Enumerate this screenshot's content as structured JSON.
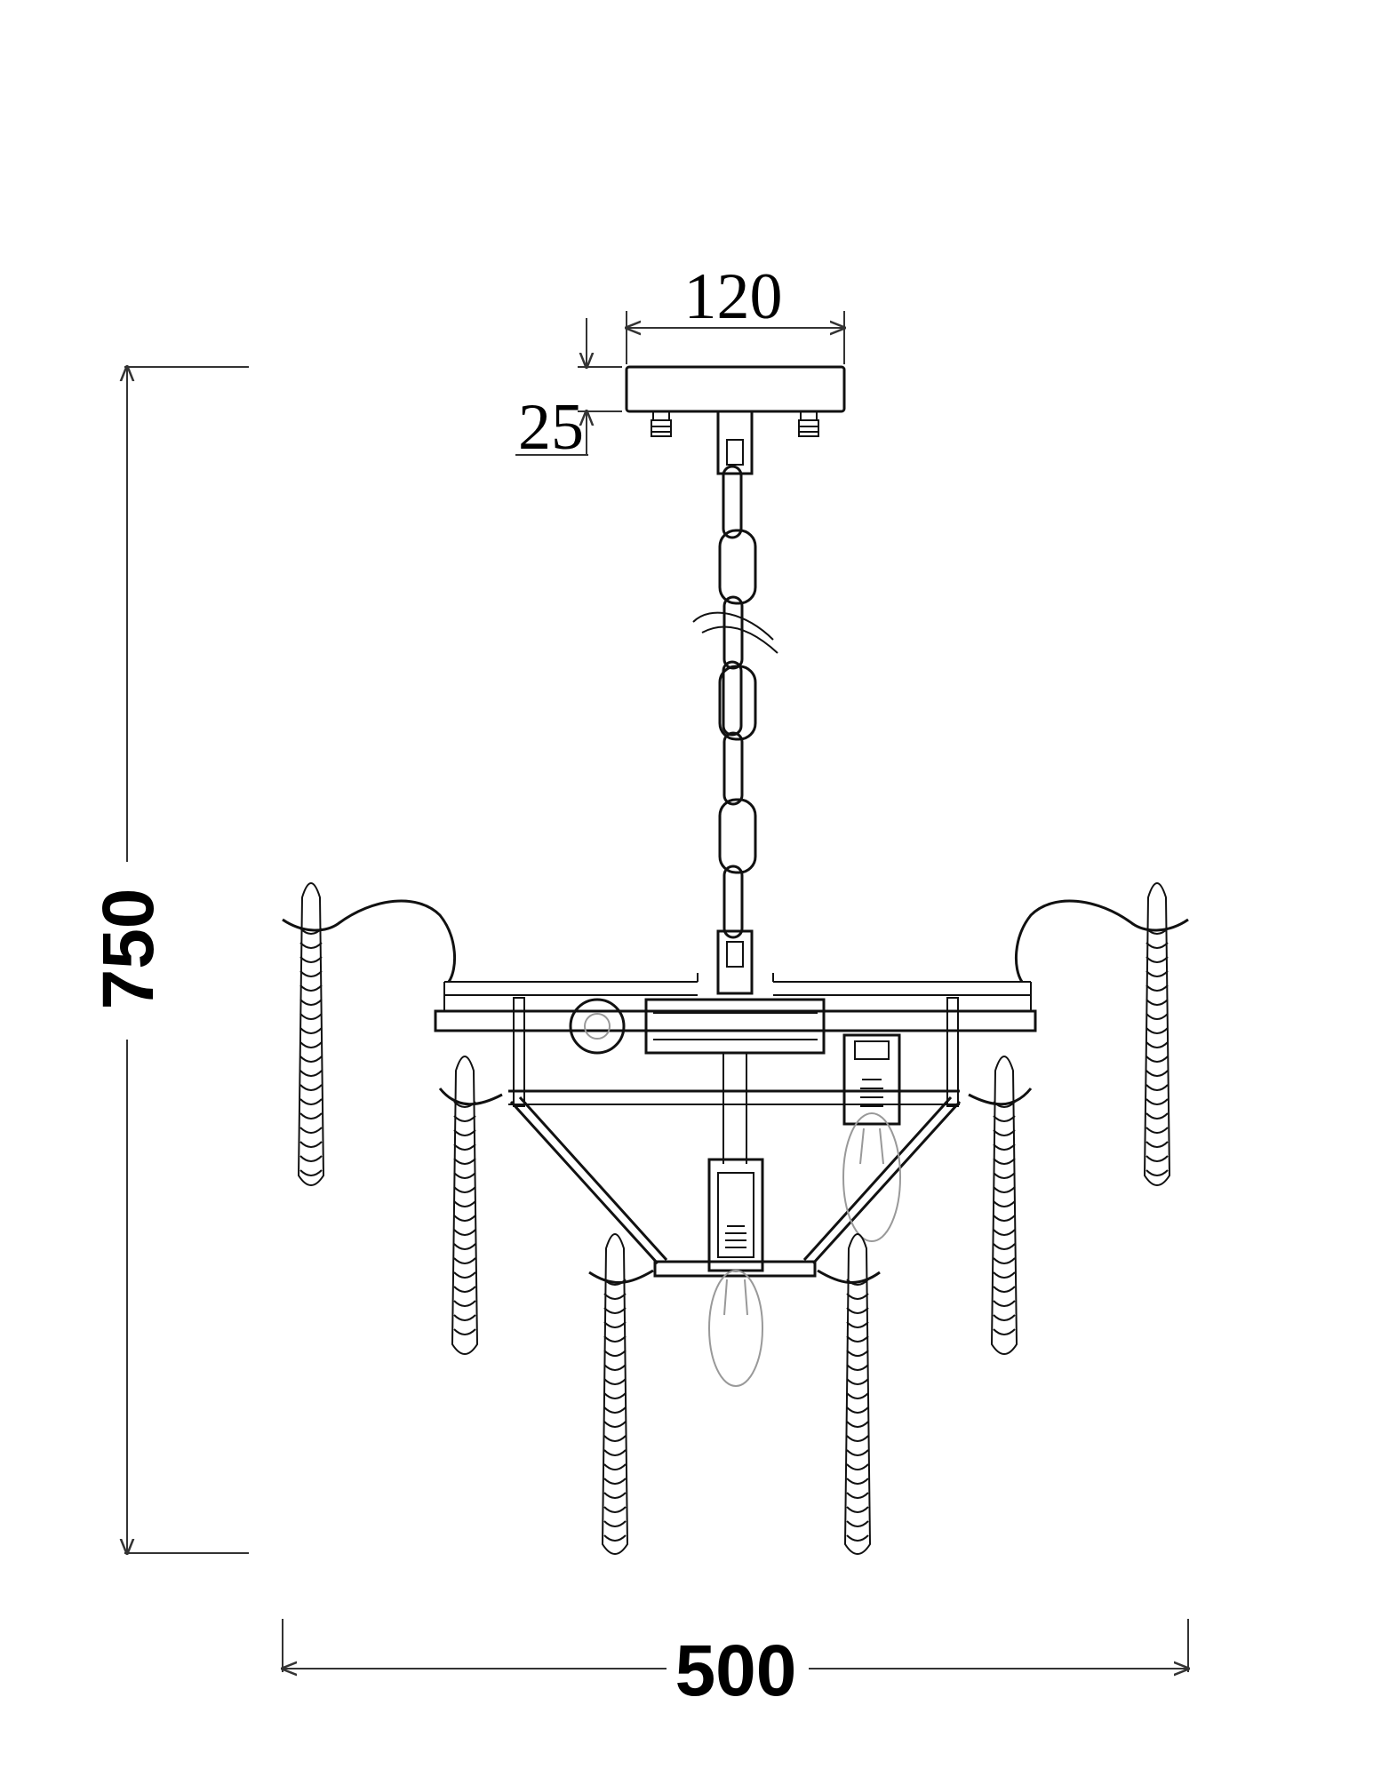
{
  "dimensions": {
    "canopy_width": "120",
    "canopy_height": "25",
    "total_height": "750",
    "total_width": "500"
  },
  "colors": {
    "line": "#111111",
    "dimension": "#333333",
    "ghost": "#999999"
  }
}
